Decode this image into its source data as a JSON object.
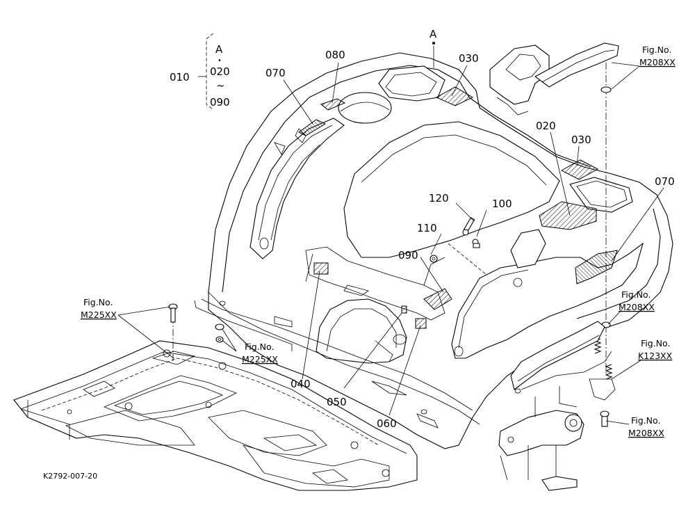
{
  "group_label": {
    "main": "010",
    "sub_a": "A",
    "sub_dot": "•",
    "sub_from": "020",
    "sub_tilde": "~",
    "sub_to": "090"
  },
  "callouts": {
    "a_top": "A",
    "c030_top": "030",
    "c030_right": "030",
    "c020": "020",
    "c070_left": "070",
    "c070_right": "070",
    "c080": "080",
    "c120": "120",
    "c100": "100",
    "c110": "110",
    "c090": "090",
    "c040": "040",
    "c050": "050",
    "c060": "060"
  },
  "fig_refs": [
    {
      "label": "Fig.No.",
      "code": "M208XX"
    },
    {
      "label": "Fig.No.",
      "code": "M208XX"
    },
    {
      "label": "Fig.No.",
      "code": "K123XX"
    },
    {
      "label": "Fig.No.",
      "code": "M208XX"
    },
    {
      "label": "Fig.No.",
      "code": "M225XX"
    },
    {
      "label": "Fig.No.",
      "code": "M225XX"
    }
  ],
  "footer_code": "K2792-007-20"
}
